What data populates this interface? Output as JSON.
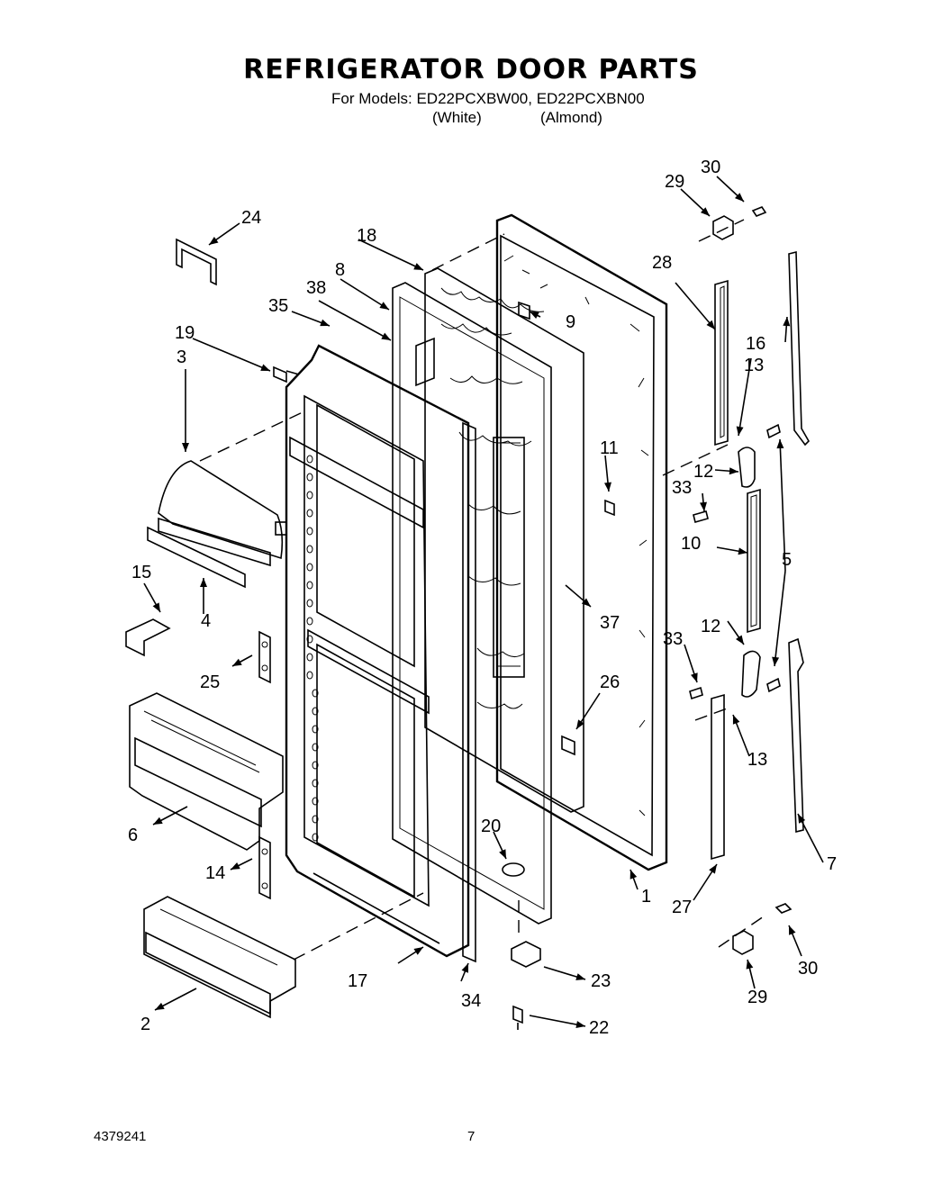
{
  "header": {
    "title": "REFRIGERATOR DOOR PARTS",
    "models_line": "For Models: ED22PCXBW00, ED22PCXBN00",
    "variant_white": "(White)",
    "variant_almond": "(Almond)"
  },
  "footer": {
    "doc_number": "4379241",
    "page_number": "7"
  },
  "callouts": [
    "1",
    "2",
    "3",
    "4",
    "5",
    "6",
    "7",
    "8",
    "9",
    "10",
    "11",
    "12",
    "12",
    "13",
    "13",
    "14",
    "15",
    "16",
    "17",
    "18",
    "19",
    "20",
    "22",
    "23",
    "24",
    "25",
    "26",
    "27",
    "28",
    "29",
    "29",
    "30",
    "30",
    "33",
    "33",
    "34",
    "35",
    "37",
    "38"
  ]
}
